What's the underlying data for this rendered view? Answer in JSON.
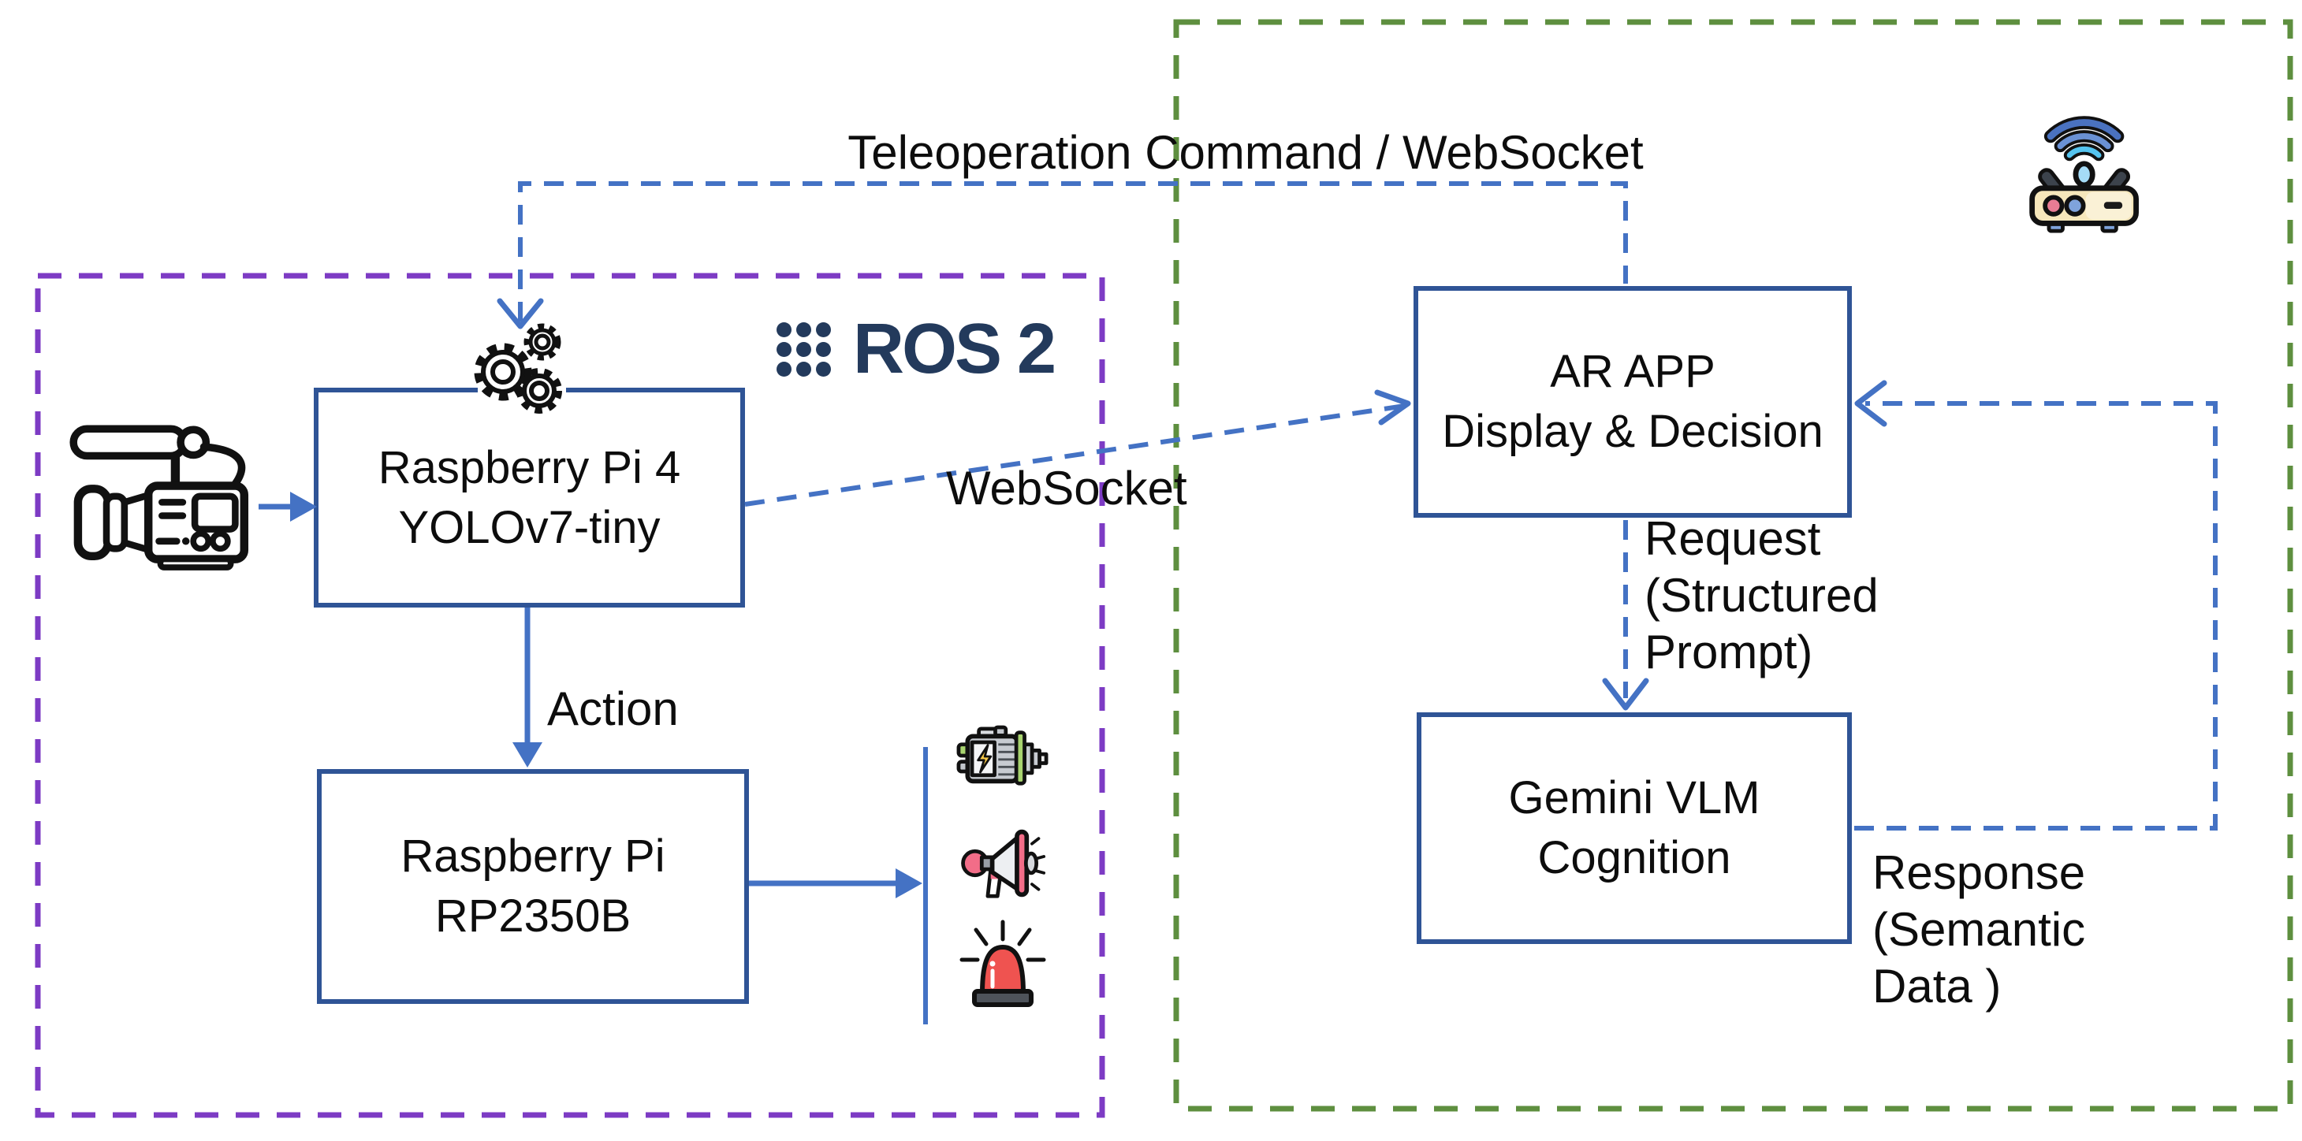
{
  "colors": {
    "purple_group_border": "#7D3BC4",
    "green_group_border": "#5E8F3F",
    "node_border_blue": "#2F5496",
    "connector_blue": "#4472C4",
    "ros_navy": "#233A5C"
  },
  "nodes": {
    "rpi4": {
      "line1": "Raspberry Pi 4",
      "line2": "YOLOv7-tiny"
    },
    "rp2350b": {
      "line1": "Raspberry Pi",
      "line2": "RP2350B"
    },
    "ar_app": {
      "line1": "AR APP",
      "line2": "Display & Decision"
    },
    "gemini": {
      "line1": "Gemini VLM",
      "line2": "Cognition"
    }
  },
  "edge_labels": {
    "teleoperation": "Teleoperation Command / WebSocket",
    "websocket": "WebSocket",
    "action": "Action",
    "request_lines": [
      "Request",
      "(Structured",
      "Prompt)"
    ],
    "response_lines": [
      "Response",
      "(Semantic",
      "Data )"
    ]
  },
  "ros2": {
    "label": "ROS 2"
  },
  "icons": {
    "camera": "video-camera-icon",
    "gears": "gears-icon",
    "router": "wifi-router-icon",
    "motor": "electric-motor-icon",
    "megaphone": "megaphone-icon",
    "siren": "siren-icon"
  }
}
